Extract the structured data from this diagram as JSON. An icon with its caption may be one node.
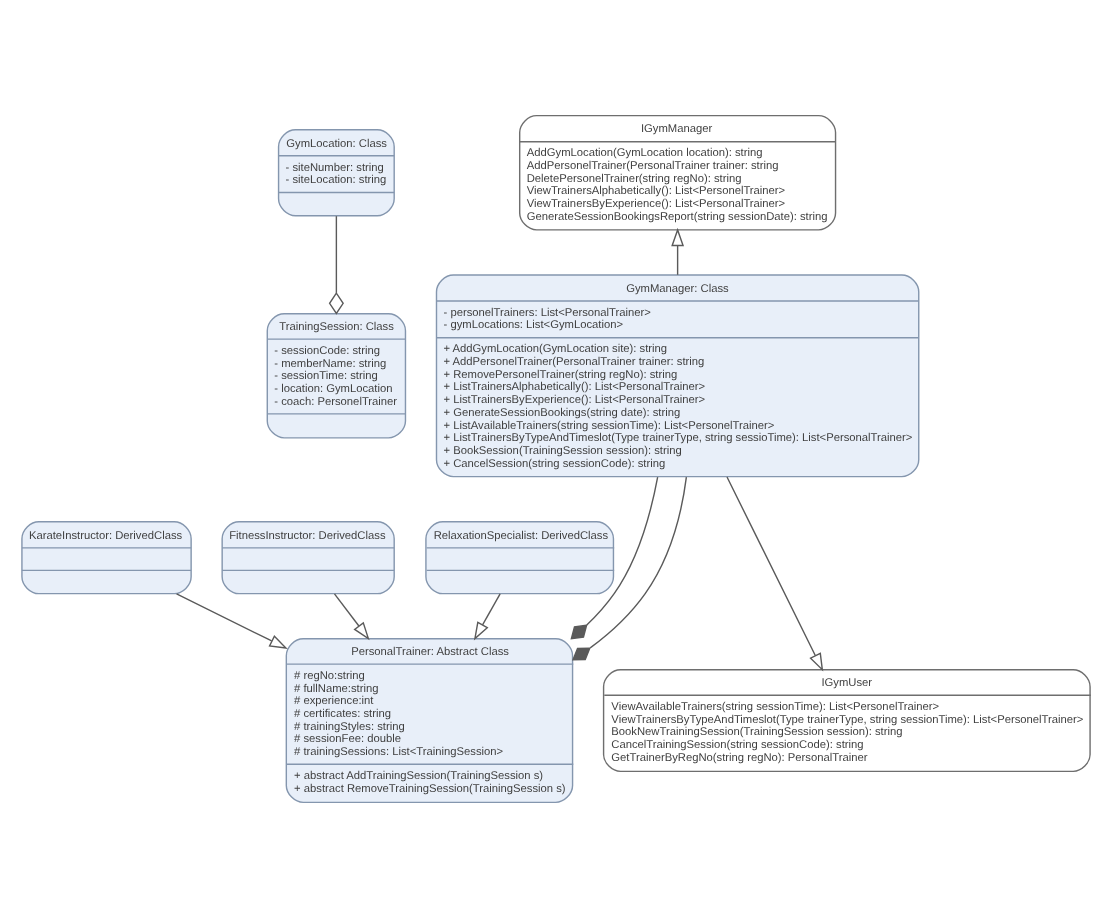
{
  "diagram": {
    "nodes": [
      {
        "text": [
          "IGymManager",
          "AddGymLocation(GymLocation location): string",
          "AddPersonelTrainer(PersonalTrainer trainer: string",
          "DeletePersonelTrainer(string regNo): string",
          "ViewTrainersAlphabetically(): List<PersonelTrainer>",
          "ViewTrainersByExperience(): List<PersonalTrainer>",
          "GenerateSessionBookingsReport(string sessionDate): string"
        ]
      },
      {
        "text": [
          "GymLocation: Class",
          "- siteNumber: string",
          "- siteLocation: string"
        ]
      },
      {
        "text": [
          "GymManager: Class",
          "- personelTrainers: List<PersonalTrainer>",
          "- gymLocations: List<GymLocation>",
          "+ AddGymLocation(GymLocation site): string",
          "+ AddPersonelTrainer(PersonalTrainer trainer: string",
          "+ RemovePersonelTrainer(string regNo): string",
          "+ ListTrainersAlphabetically(): List<PersonalTrainer>",
          "+ ListTrainersByExperience(): List<PersonalTrainer>",
          "+ GenerateSessionBookings(string date): string",
          "+ ListAvailableTrainers(string sessionTime): List<PersonelTrainer>",
          "+ ListTrainersByTypeAndTimeslot(Type trainerType, string sessioTime): List<PersonalTrainer>",
          "+ BookSession(TrainingSession session): string",
          "+ CancelSession(string sessionCode): string"
        ]
      },
      {
        "text": [
          "TrainingSession: Class",
          "- sessionCode: string",
          "- memberName: string",
          "- sessionTime: string",
          "- location: GymLocation",
          "- coach: PersonelTrainer"
        ]
      },
      {
        "text": [
          "KarateInstructor: DerivedClass"
        ]
      },
      {
        "text": [
          "PersonalTrainer: Abstract Class",
          "# regNo:string",
          "# fullName:string",
          "# experience:int",
          "# certificates: string",
          "# trainingStyles: string",
          "# sessionFee: double",
          "# trainingSessions: List<TrainingSession>",
          "+ abstract AddTrainingSession(TrainingSession s)",
          "+ abstract RemoveTrainingSession(TrainingSession s)"
        ]
      },
      {
        "text": [
          "IGymUser",
          "ViewAvailableTrainers(string sessionTime): List<PersonelTrainer>",
          "ViewTrainersByTypeAndTimeslot(Type trainerType, string sessionTime): List<PersonelTrainer>",
          "BookNewTrainingSession(TrainingSession session): string",
          "CancelTrainingSession(string sessionCode): string",
          "GetTrainerByRegNo(string regNo): PersonalTrainer"
        ]
      },
      {
        "text": [
          "FitnessInstructor: DerivedClass"
        ]
      },
      {
        "text": [
          "RelaxationSpecialist: DerivedClass"
        ]
      }
    ],
    "edges": [
      {
        "from": 1,
        "to": 3,
        "arrow": "other"
      },
      {
        "from": 2,
        "to": 0,
        "arrow": "to"
      },
      {
        "from": 2,
        "to": 5,
        "arrow": "other"
      },
      {
        "from": 2,
        "to": 5,
        "arrow": "other"
      },
      {
        "from": 2,
        "to": 6,
        "arrow": "to"
      },
      {
        "from": 4,
        "to": 5,
        "arrow": "to"
      },
      {
        "from": 7,
        "to": 5,
        "arrow": "to"
      },
      {
        "from": 8,
        "to": 5,
        "arrow": "to"
      }
    ]
  }
}
